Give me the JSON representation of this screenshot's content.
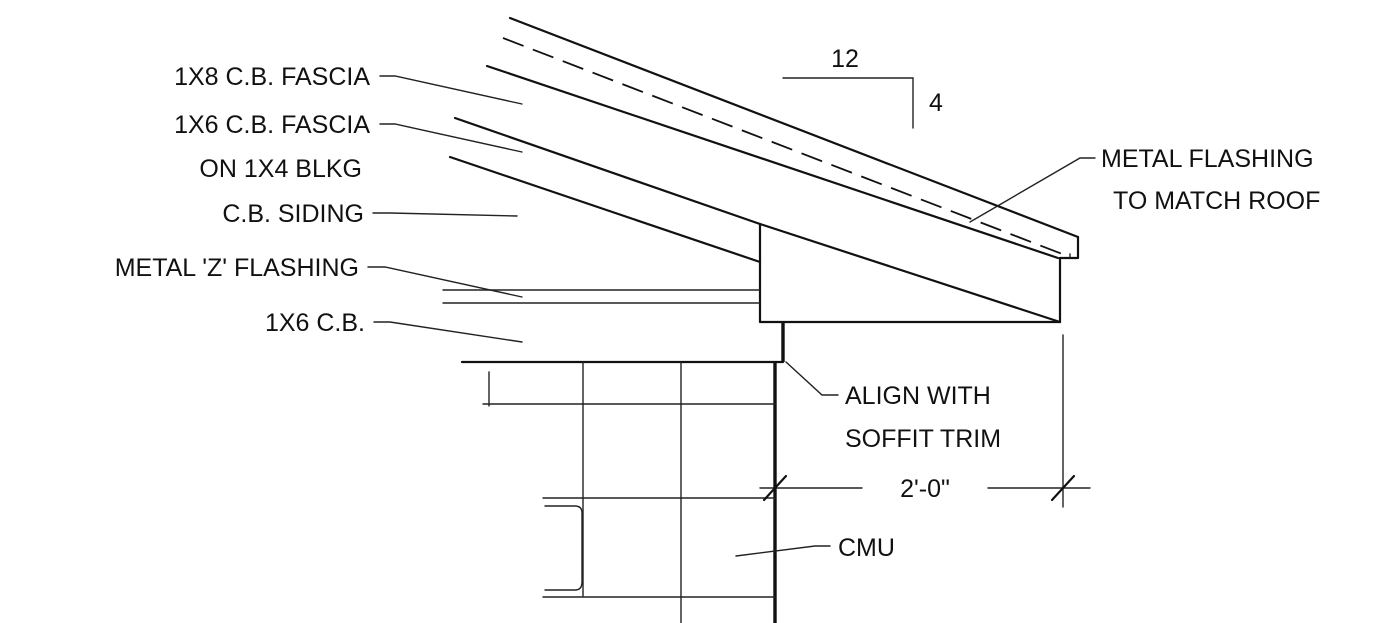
{
  "labels": {
    "fascia_1x8": "1X8 C.B. FASCIA",
    "fascia_1x6_line1": "1X6 C.B. FASCIA",
    "fascia_1x6_line2": "ON 1X4 BLKG",
    "siding": "C.B. SIDING",
    "z_flashing": "METAL 'Z' FLASHING",
    "cb_1x6": "1X6 C.B.",
    "metal_flashing_line1": "METAL FLASHING",
    "metal_flashing_line2": "TO MATCH ROOF",
    "align_line1": "ALIGN WITH",
    "align_line2": "SOFFIT TRIM",
    "dimension": "2'-0\"",
    "cmu": "CMU"
  },
  "slope": {
    "run": "12",
    "rise": "4"
  }
}
